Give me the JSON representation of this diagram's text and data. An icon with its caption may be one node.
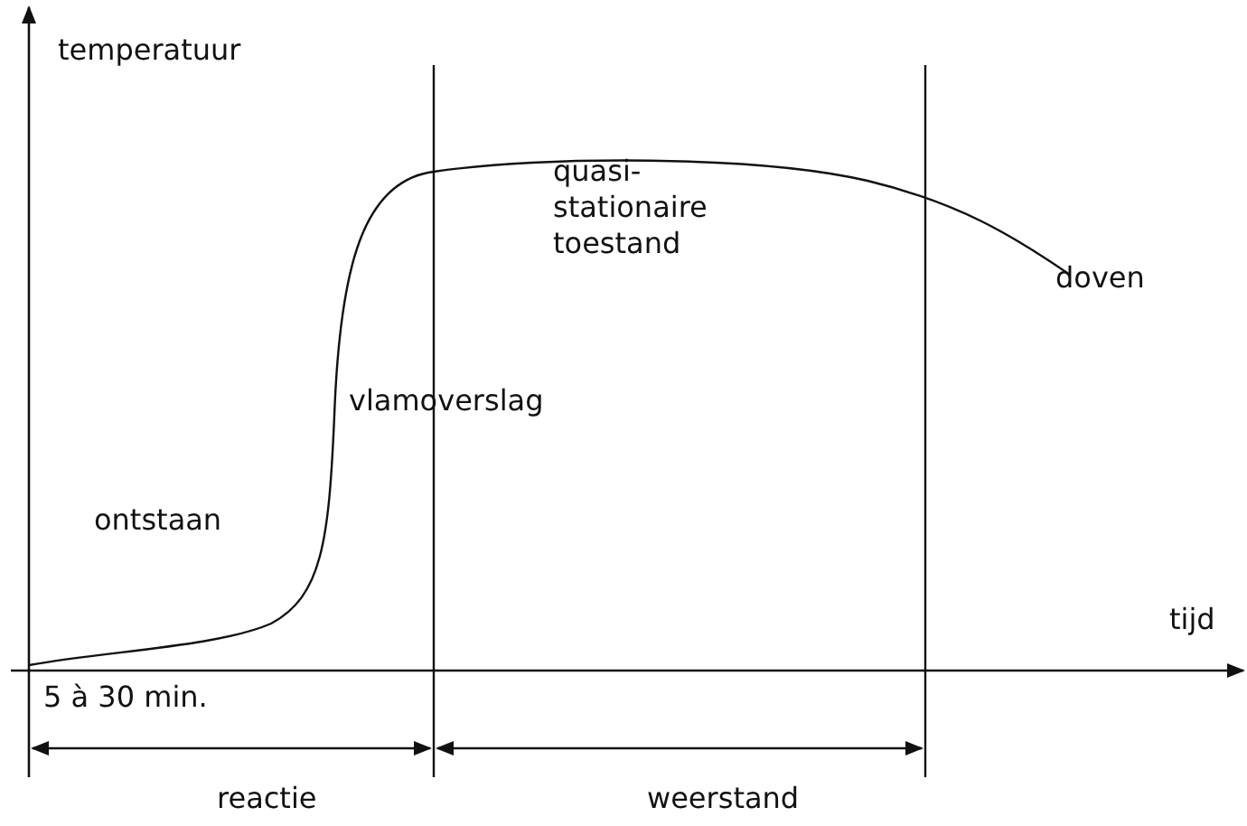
{
  "diagram": {
    "labels": [
      "temperatuur",
      "quasi-stationaire toestand",
      "doven",
      "vlamoverslag",
      "ontstaan",
      "tijd",
      "5 à 30 min.",
      "reactie",
      "weerstand"
    ]
  }
}
